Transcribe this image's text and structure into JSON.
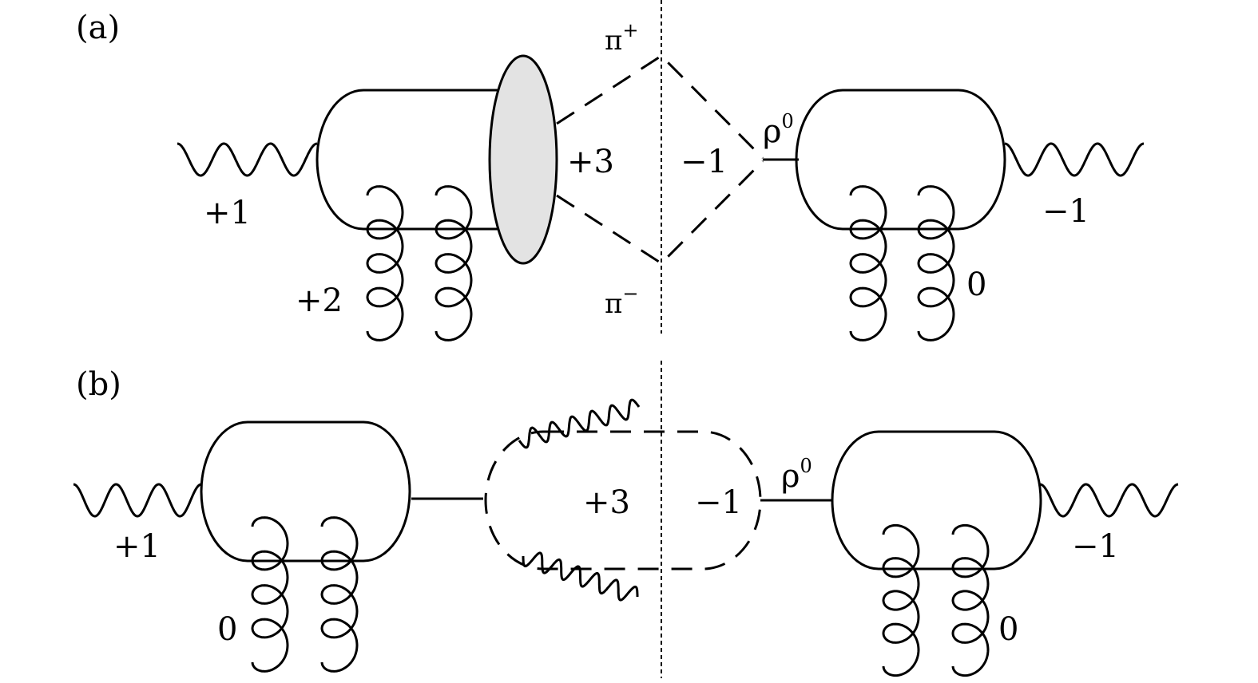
{
  "panel_a": {
    "label": "(a)",
    "photon_left_helicity": "+1",
    "gluon_left_helicity": "+2",
    "pi_plus": "π",
    "pi_plus_charge": "+",
    "pi_minus": "π",
    "pi_minus_charge": "−",
    "left_state_helicity": "+3",
    "right_state_helicity": "−1",
    "rho": "ρ",
    "rho_charge": "0",
    "photon_right_helicity": "−1",
    "gluon_right_helicity": "0"
  },
  "panel_b": {
    "label": "(b)",
    "photon_left_helicity": "+1",
    "gluon_left_helicity": "0",
    "left_state_helicity": "+3",
    "right_state_helicity": "−1",
    "rho": "ρ",
    "rho_charge": "0",
    "photon_right_helicity": "−1",
    "gluon_right_helicity": "0"
  }
}
